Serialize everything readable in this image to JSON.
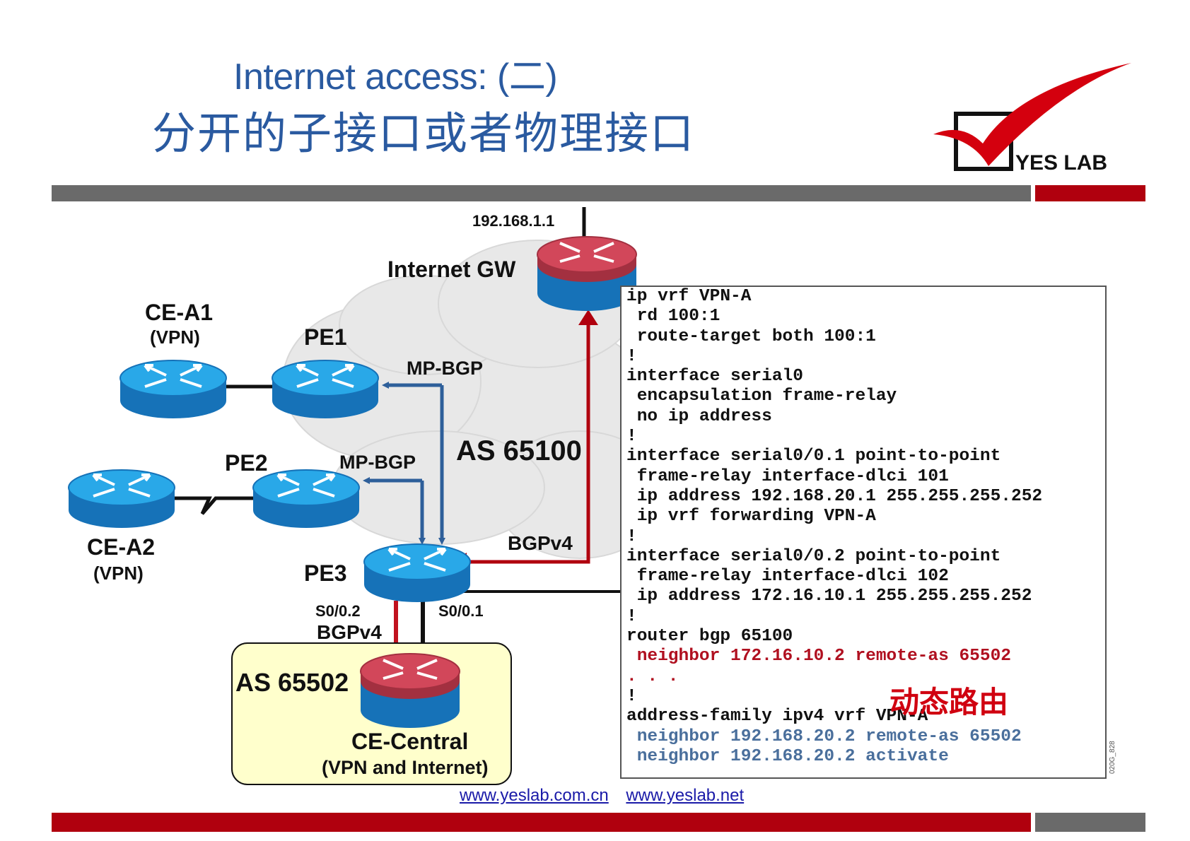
{
  "title": {
    "line1": "Internet access: (二)",
    "line2": "分开的子接口或者物理接口"
  },
  "logo": {
    "text": "YES LAB"
  },
  "colors": {
    "accent_red": "#b0000e",
    "bar_gray": "#6a6a6a",
    "title_blue": "#2a5aa0"
  },
  "diagram": {
    "ip_label": "192.168.1.1",
    "internet_gw": "Internet GW",
    "ce_a1": "CE-A1",
    "ce_a1_sub": "(VPN)",
    "pe1": "PE1",
    "mpbgp1": "MP-BGP",
    "pe2": "PE2",
    "mpbgp2": "MP-BGP",
    "as_main": "AS 65100",
    "ce_a2": "CE-A2",
    "ce_a2_sub": "(VPN)",
    "bgpv4_top": "BGPv4",
    "pe3": "PE3",
    "s002": "S0/0.2",
    "s001": "S0/0.1",
    "bgpv4_bottom": "BGPv4",
    "as_ce": "AS 65502",
    "ce_central": "CE-Central",
    "ce_central_sub": "(VPN and Internet)"
  },
  "config_lines": [
    {
      "text": "ip vrf VPN-A",
      "style": ""
    },
    {
      "text": " rd 100:1",
      "style": ""
    },
    {
      "text": " route-target both 100:1",
      "style": ""
    },
    {
      "text": "!",
      "style": ""
    },
    {
      "text": "interface serial0",
      "style": ""
    },
    {
      "text": " encapsulation frame-relay",
      "style": ""
    },
    {
      "text": " no ip address",
      "style": ""
    },
    {
      "text": "!",
      "style": ""
    },
    {
      "text": "interface serial0/0.1 point-to-point",
      "style": ""
    },
    {
      "text": " frame-relay interface-dlci 101",
      "style": ""
    },
    {
      "text": " ip address 192.168.20.1 255.255.255.252",
      "style": ""
    },
    {
      "text": " ip vrf forwarding VPN-A",
      "style": ""
    },
    {
      "text": "!",
      "style": ""
    },
    {
      "text": "interface serial0/0.2 point-to-point",
      "style": ""
    },
    {
      "text": " frame-relay interface-dlci 102",
      "style": ""
    },
    {
      "text": " ip address 172.16.10.1 255.255.255.252",
      "style": ""
    },
    {
      "text": "!",
      "style": ""
    },
    {
      "text": "router bgp 65100",
      "style": ""
    },
    {
      "text": " neighbor 172.16.10.2 remote-as 65502",
      "style": "red"
    },
    {
      "text": ". . .",
      "style": "red"
    },
    {
      "text": "!",
      "style": ""
    },
    {
      "text": "address-family ipv4 vrf VPN-A",
      "style": ""
    },
    {
      "text": " neighbor 192.168.20.2 remote-as 65502",
      "style": "blue"
    },
    {
      "text": " neighbor 192.168.20.2 activate",
      "style": "blue"
    }
  ],
  "annotation": "动态路由",
  "footer_links": [
    "www.yeslab.com.cn",
    "www.yeslab.net"
  ],
  "side_id": "020G_828"
}
